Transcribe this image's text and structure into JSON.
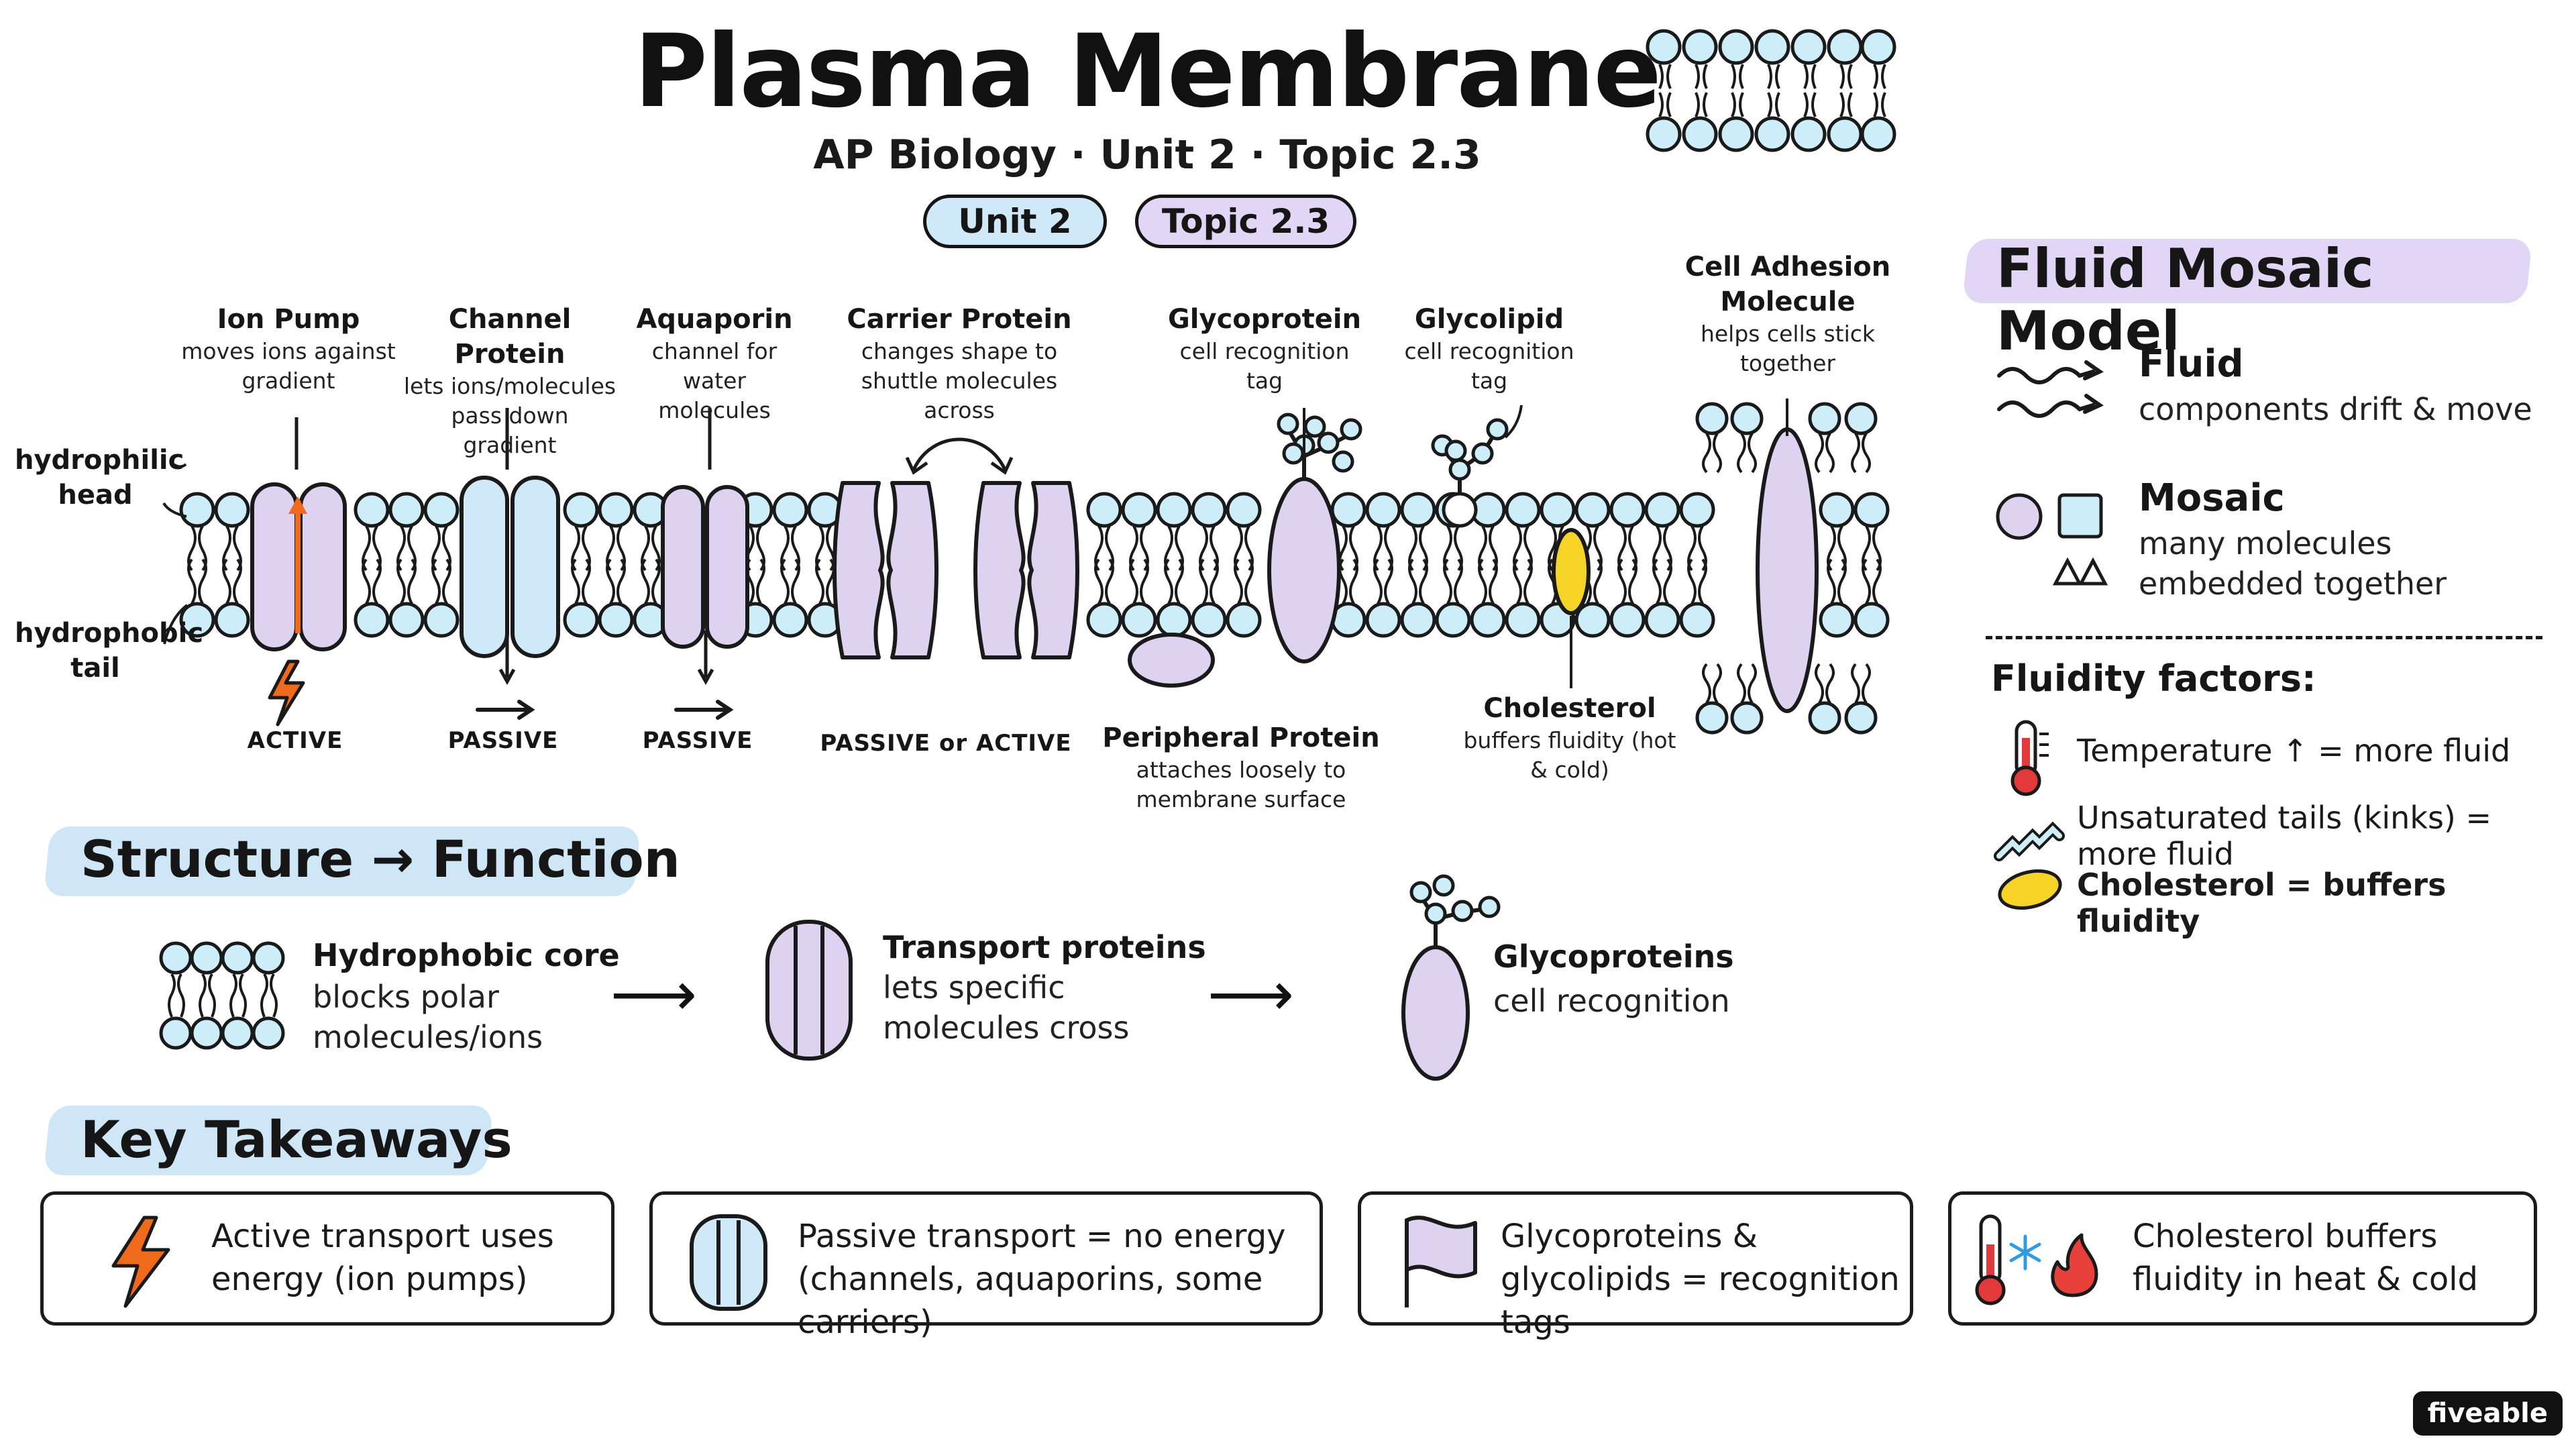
{
  "header": {
    "title": "Plasma Membrane",
    "subtitle": "AP Biology · Unit 2 · Topic 2.3",
    "pill_unit": "Unit 2",
    "pill_topic": "Topic 2.3"
  },
  "membrane": {
    "side_labels": {
      "head": "hydrophilic head",
      "tail": "hydrophobic tail"
    },
    "proteins": [
      {
        "title": "Ion Pump",
        "desc": "moves ions against gradient",
        "kind": "ACTIVE"
      },
      {
        "title": "Channel Protein",
        "desc": "lets ions/molecules pass down gradient",
        "kind": "PASSIVE"
      },
      {
        "title": "Aquaporin",
        "desc": "channel for water molecules",
        "kind": "PASSIVE"
      },
      {
        "title": "Carrier Protein",
        "desc": "changes shape to shuttle molecules across",
        "kind": "PASSIVE or ACTIVE"
      },
      {
        "title": "Glycoprotein",
        "desc": "cell recognition tag"
      },
      {
        "title": "Glycolipid",
        "desc": "cell recognition tag"
      },
      {
        "title": "Cell Adhesion Molecule",
        "desc": "helps cells stick together"
      }
    ],
    "peripheral": {
      "title": "Peripheral Protein",
      "desc": "attaches loosely to membrane surface"
    },
    "cholesterol": {
      "title": "Cholesterol",
      "desc": "buffers fluidity (hot & cold)"
    }
  },
  "fluid_mosaic": {
    "heading": "Fluid Mosaic Model",
    "fluid": {
      "title": "Fluid",
      "desc": "components drift & move"
    },
    "mosaic": {
      "title": "Mosaic",
      "desc": "many molecules embedded together"
    },
    "factors_title": "Fluidity factors:",
    "factors": [
      {
        "icon": "thermometer-icon",
        "text": "Temperature ↑ = more fluid"
      },
      {
        "icon": "kinked-tail-icon",
        "text": "Unsaturated tails (kinks) = more fluid"
      },
      {
        "icon": "cholesterol-icon",
        "text": "Cholesterol = buffers fluidity"
      }
    ]
  },
  "structure_function": {
    "heading": "Structure → Function",
    "items": [
      {
        "title": "Hydrophobic core",
        "desc": "blocks polar molecules/ions"
      },
      {
        "title": "Transport proteins",
        "desc": "lets specific molecules cross"
      },
      {
        "title": "Glycoproteins",
        "desc": "cell recognition"
      }
    ]
  },
  "takeaways": {
    "heading": "Key Takeaways",
    "cards": [
      {
        "icon": "lightning-icon",
        "text": "Active transport uses energy (ion pumps)"
      },
      {
        "icon": "channel-protein-icon",
        "text": "Passive transport = no energy (channels, aquaporins, some carriers)"
      },
      {
        "icon": "flag-icon",
        "text": "Glycoproteins & glycolipids = recognition tags"
      },
      {
        "icon": "thermometer-snow-flame-icon",
        "text": "Cholesterol buffers fluidity in heat & cold"
      }
    ]
  },
  "colors": {
    "phospholipid_head": "#cdeef8",
    "protein_purple": "#ddd2f0",
    "protein_blue": "#cfe9f8",
    "cholesterol_yellow": "#f5d327",
    "active_orange": "#f06a1c"
  },
  "brand": "fiveable"
}
